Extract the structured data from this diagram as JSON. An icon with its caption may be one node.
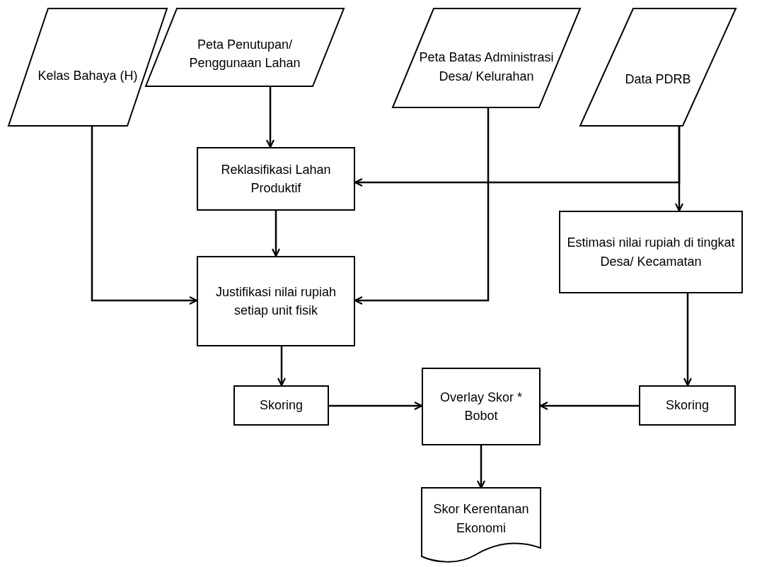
{
  "diagram": {
    "nodes": [
      {
        "text": [
          "Kelas Bahaya (H)"
        ]
      },
      {
        "text": [
          "Peta Penutupan/ Penggunaan Lahan"
        ]
      },
      {
        "text": [
          "Peta Batas Administrasi Desa/ Kelurahan"
        ]
      },
      {
        "text": [
          "Data PDRB"
        ]
      },
      {
        "text": [
          "Reklasifikasi Lahan Produktif"
        ]
      },
      {
        "text": [
          "Estimasi nilai rupiah di tingkat Desa/ Kecamatan"
        ]
      },
      {
        "text": [
          "Justifikasi nilai rupiah setiap unit fisik"
        ]
      },
      {
        "text": [
          "Skoring"
        ]
      },
      {
        "text": [
          "Overlay Skor * Bobot"
        ]
      },
      {
        "text": [
          "Skoring"
        ]
      },
      {
        "text": [
          "Skor Kerentanan Ekonomi"
        ]
      }
    ],
    "edges": [
      {
        "from": 1,
        "to": 4,
        "arrow": "to"
      },
      {
        "from": 3,
        "to": 4,
        "arrow": "to"
      },
      {
        "from": 3,
        "to": 5,
        "arrow": "to"
      },
      {
        "from": 4,
        "to": 6,
        "arrow": "to"
      },
      {
        "from": 0,
        "to": 6,
        "arrow": "to"
      },
      {
        "from": 2,
        "to": 6,
        "arrow": "to"
      },
      {
        "from": 6,
        "to": 7,
        "arrow": "to"
      },
      {
        "from": 5,
        "to": 9,
        "arrow": "to"
      },
      {
        "from": 7,
        "to": 8,
        "arrow": "to"
      },
      {
        "from": 9,
        "to": 8,
        "arrow": "to"
      },
      {
        "from": 8,
        "to": 10,
        "arrow": "to"
      }
    ]
  }
}
